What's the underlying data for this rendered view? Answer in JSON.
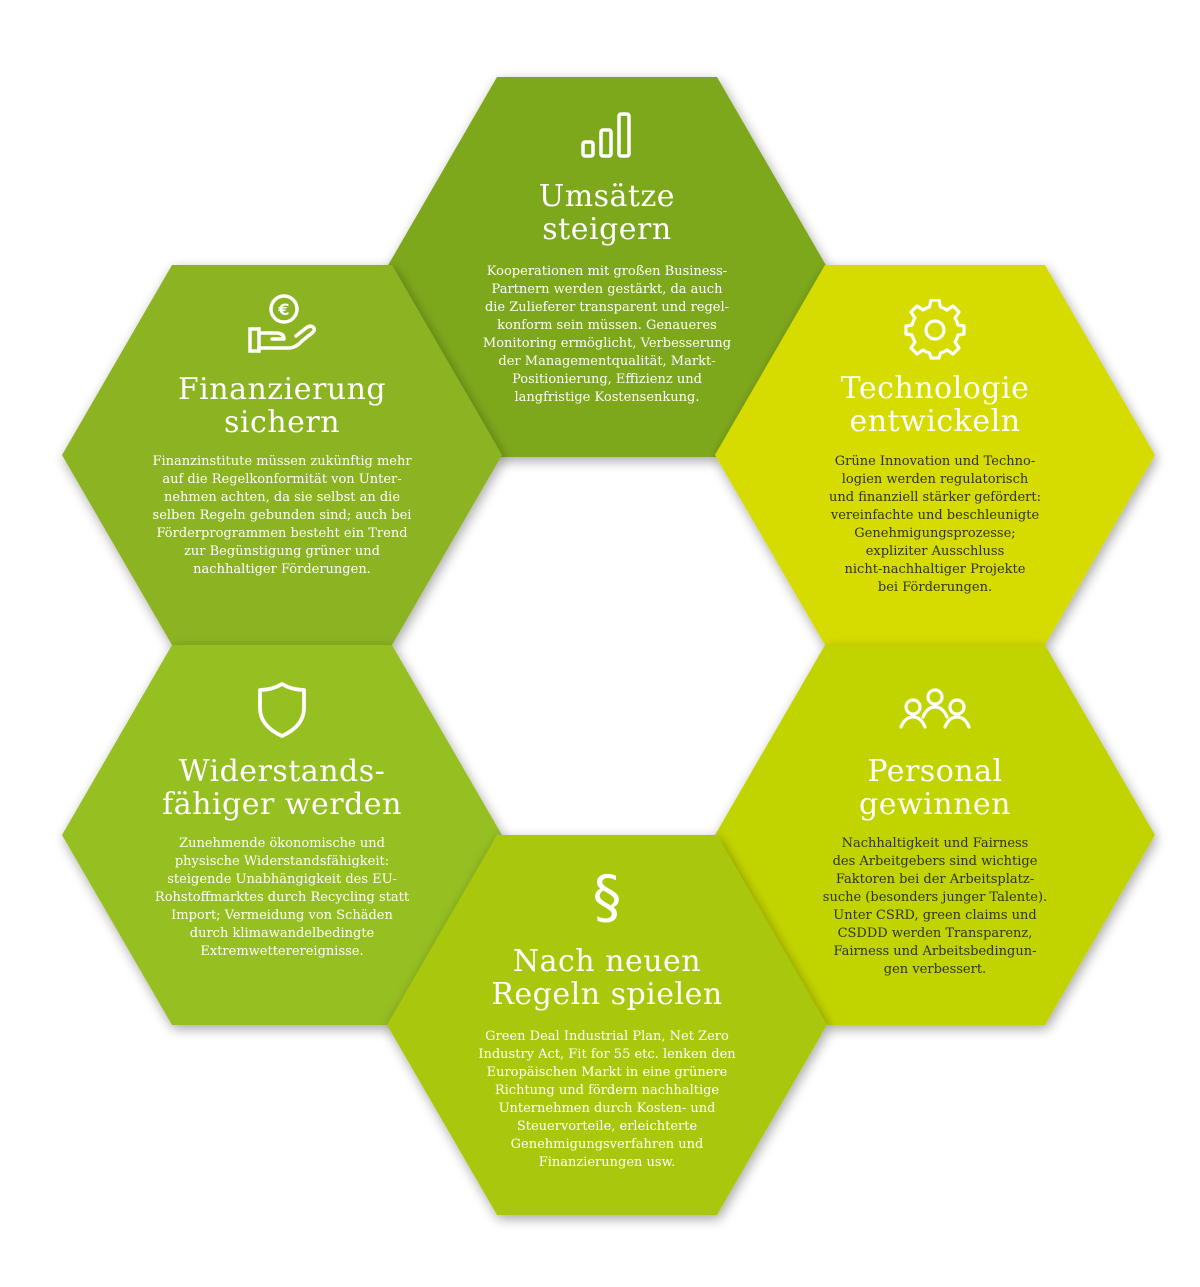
{
  "colors": {
    "top": "#7ea81f",
    "upper_left": "#8bb321",
    "upper_right": "#d6dc00",
    "lower_left": "#96bf21",
    "lower_right": "#c2d400",
    "bottom": "#a9c80f"
  },
  "cells": {
    "umsaetze": {
      "icon": "bar-chart-icon",
      "title": "Umsätze\nsteigern",
      "text": "Kooperationen mit großen Business-\nPartnern werden gestärkt, da auch\ndie Zulieferer transparent und regel-\nkonform sein müssen. Genaueres\nMonitoring ermöglicht, Verbesserung\nder Managementqualität, Markt-\nPositionierung, Effizienz und\nlangfristige Kostensenkung."
    },
    "finanzierung": {
      "icon": "euro-hand-icon",
      "title": "Finanzierung\nsichern",
      "text": "Finanzinstitute müssen zukünftig mehr\nauf die Regelkonformität von Unter-\nnehmen achten, da sie selbst an die\nselben Regeln gebunden sind; auch bei\nFörderprogrammen besteht ein Trend\nzur Begünstigung grüner und\nnachhaltiger Förderungen."
    },
    "technologie": {
      "icon": "gear-icon",
      "title": "Technologie\nentwickeln",
      "text": "Grüne Innovation und Techno-\nlogien werden regulatorisch\nund finanziell stärker gefördert:\nvereinfachte und beschleunigte\nGenehmigungsprozesse;\nexpliziter Ausschluss\nnicht-nachhaltiger Projekte\nbei Förderungen."
    },
    "widerstand": {
      "icon": "shield-icon",
      "title": "Widerstands-\nfähiger werden",
      "text": "Zunehmende ökonomische und\nphysische Widerstandsfähigkeit:\nsteigende Unabhängigkeit des EU-\nRohstoffmarktes durch Recycling statt\nImport; Vermeidung von Schäden\ndurch klimawandelbedingte\nExtremwetterereignisse."
    },
    "personal": {
      "icon": "people-icon",
      "title": "Personal\ngewinnen",
      "text": "Nachhaltigkeit und Fairness\ndes Arbeitgebers sind wichtige\nFaktoren bei der Arbeitsplatz-\nsuche (besonders junger Talente).\nUnter CSRD, green claims und\nCSDDD werden Transparenz,\nFairness und Arbeitsbedingun-\ngen verbessert."
    },
    "regeln": {
      "icon": "paragraph-icon",
      "title": "Nach neuen\nRegeln spielen",
      "text": "Green Deal Industrial Plan, Net Zero\nIndustry Act, Fit for 55 etc. lenken den\nEuropäischen Markt in eine grünere\nRichtung und fördern nachhaltige\nUnternehmen durch Kosten- und\nSteuervorteile, erleichterte\nGenehmigungsverfahren und\nFinanzierungen usw."
    }
  }
}
